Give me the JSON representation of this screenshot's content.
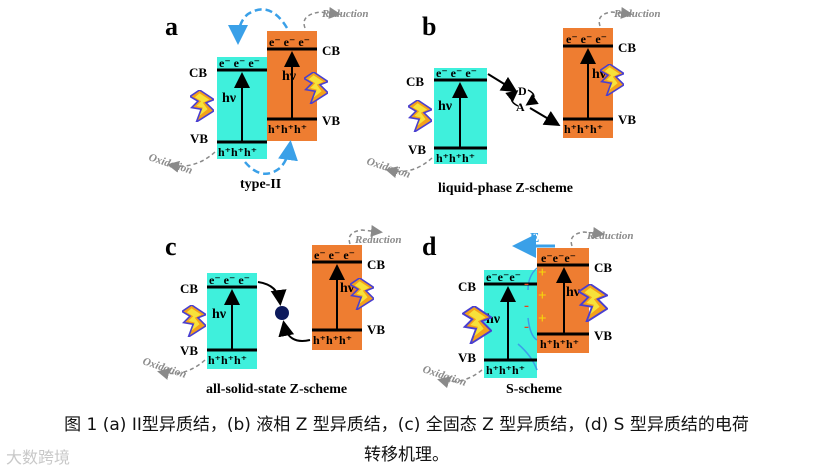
{
  "panels": {
    "a": {
      "letter": "a",
      "title": "type-II",
      "cb": "CB",
      "vb": "VB",
      "left_electrons": "e⁻ e⁻ e⁻",
      "right_electrons": "e⁻ e⁻ e⁻",
      "left_holes": "h⁺h⁺h⁺",
      "right_holes": "h⁺h⁺h⁺",
      "hv": "hν",
      "reduction": "Reduction",
      "oxidation": "Oxidation"
    },
    "b": {
      "letter": "b",
      "title": "liquid-phase Z-scheme",
      "cb": "CB",
      "vb": "VB",
      "left_electrons": "e⁻ e⁻ e⁻",
      "right_electrons": "e⁻ e⁻ e⁻",
      "left_holes": "h⁺h⁺h⁺",
      "right_holes": "h⁺h⁺h⁺",
      "hv": "hν",
      "donor": "D",
      "acceptor": "A",
      "reduction": "Reduction",
      "oxidation": "Oxidation"
    },
    "c": {
      "letter": "c",
      "title": "all-solid-state Z-scheme",
      "cb": "CB",
      "vb": "VB",
      "left_electrons": "e⁻ e⁻ e⁻",
      "right_electrons": "e⁻ e⁻ e⁻",
      "left_holes": "h⁺h⁺h⁺",
      "right_holes": "h⁺h⁺h⁺",
      "hv": "hν",
      "reduction": "Reduction",
      "oxidation": "Oxidation"
    },
    "d": {
      "letter": "d",
      "title": "S-scheme",
      "cb": "CB",
      "vb": "VB",
      "left_electrons": "e⁻e⁻e⁻",
      "right_electrons": "e⁻e⁻e⁻",
      "left_holes": "h⁺h⁺h⁺",
      "right_holes": "h⁺h⁺h⁺",
      "hv": "hν",
      "field": "E",
      "plus": "+",
      "minus": "-",
      "reduction": "Reduction",
      "oxidation": "Oxidation"
    }
  },
  "caption": {
    "line1": "图 1  (a) II型异质结，(b)  液相 Z 型异质结，(c)  全固态 Z 型异质结，(d) S 型异质结的电荷",
    "line2": "转移机理。"
  },
  "watermark": "大数跨境",
  "colors": {
    "cyan": "#3ff0dc",
    "orange": "#ee7d31",
    "blue_arrow": "#3aa0e8",
    "gray_arrow": "#8a8a8a",
    "navy": "#0d1a5c",
    "plus": "#f5d90a",
    "minus": "#e8451a"
  }
}
